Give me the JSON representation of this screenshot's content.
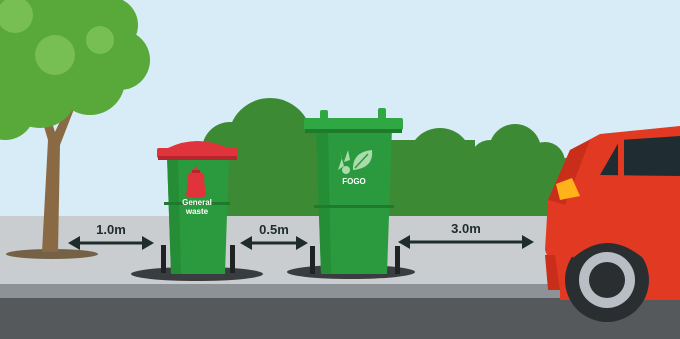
{
  "distances": {
    "tree_to_bin": "1.0m",
    "between_bins": "0.5m",
    "bin_to_car": "3.0m"
  },
  "bins": {
    "general": {
      "line1": "General",
      "line2": "waste",
      "lid_color": "#e0333b",
      "body_color": "#2b9a3e"
    },
    "fogo": {
      "label": "FOGO",
      "lid_color": "#2fa843",
      "body_color": "#2b9a3e"
    }
  },
  "colors": {
    "sky": "#d7ecf7",
    "footpath": "#c9cdd0",
    "road": "#55595c",
    "kerb": "#8d9296",
    "car": "#e23a22",
    "tree_foliage": "#59a83a",
    "bushes": "#3d8a34"
  }
}
